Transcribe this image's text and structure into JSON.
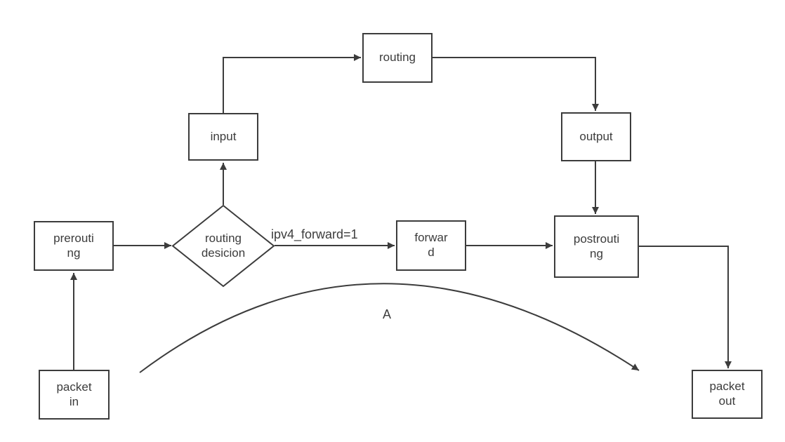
{
  "diagram": {
    "background_color": "#ffffff",
    "line_color": "#3c3c3c",
    "text_color": "#3c3c3c",
    "nodes": {
      "packet_in": {
        "label": "packet\nin",
        "shape": "rect"
      },
      "prerouting": {
        "label": "prerouti\nng",
        "shape": "rect"
      },
      "routing_decision": {
        "label": "routing\ndesicion",
        "shape": "diamond"
      },
      "input": {
        "label": "input",
        "shape": "rect"
      },
      "routing": {
        "label": "routing",
        "shape": "rect"
      },
      "output": {
        "label": "output",
        "shape": "rect"
      },
      "forward": {
        "label": "forwar\nd",
        "shape": "rect"
      },
      "postrouting": {
        "label": "postrouti\nng",
        "shape": "rect"
      },
      "packet_out": {
        "label": "packet\nout",
        "shape": "rect"
      }
    },
    "edge_labels": {
      "ipv4_forward": "ipv4_forward=1",
      "bypass_curve": "A"
    }
  }
}
